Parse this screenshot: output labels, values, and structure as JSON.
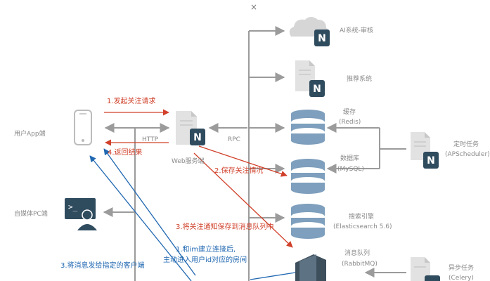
{
  "close_glyph": "×",
  "nodes": {
    "user_app": "用户App端",
    "media_pc": "自媒体PC端",
    "web_service": "Web服务端",
    "ai_system": "AI系统-审核",
    "recommend": "推荐系统",
    "cache_title": "缓存",
    "cache_sub": "(Redis)",
    "db_title": "数据库",
    "db_sub": "(MySQL)",
    "search_title": "搜索引擎",
    "search_sub": "(Elasticsearch 5.6)",
    "mq_title": "消息队列",
    "mq_sub": "(RabbitMQ)",
    "scheduled_title": "定时任务",
    "scheduled_sub": "(APScheduler)",
    "async_title": "异步任务",
    "async_sub": "(Celery)"
  },
  "edges": {
    "http": "HTTP",
    "rpc": "RPC"
  },
  "steps": {
    "step1": "1.发起关注请求",
    "step4": "4.返回结果",
    "step2": "2.保存关注情况",
    "step3_save": "3.将关注通知保存到消息队列中",
    "im_line1": "1.和im建立连接后,",
    "im_line2": "主动进入用户id对应的房间",
    "step3_send": "3.将消息发给指定的客户端"
  },
  "badge_letter": "N",
  "colors": {
    "red": "#d0402a",
    "blue": "#1f67b1",
    "gray_line": "#9b9b9b",
    "db_blue": "#7e9fbd",
    "badge_dark": "#2f4b5e"
  }
}
